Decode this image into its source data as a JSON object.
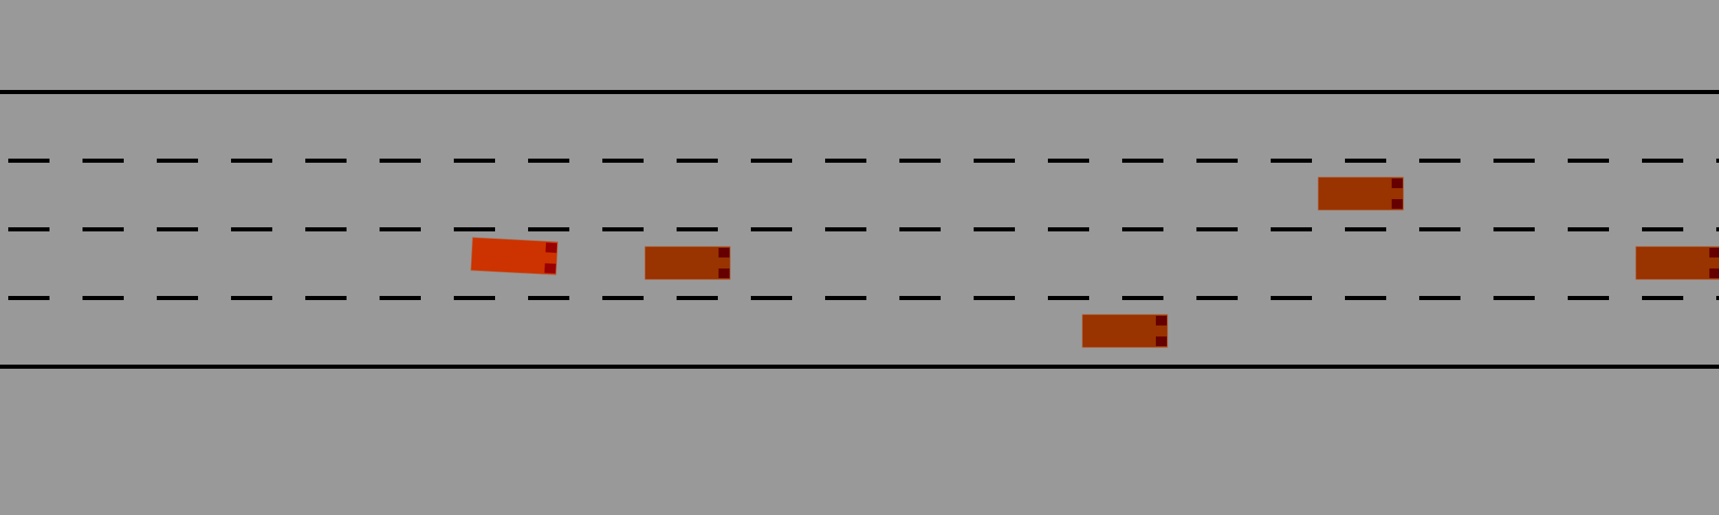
{
  "scene": {
    "background_color": "#999999",
    "line_color": "#000000",
    "road_lines": [
      {
        "name": "road-edge-top",
        "style": "solid"
      },
      {
        "name": "lane-divider-1",
        "style": "dashed"
      },
      {
        "name": "lane-divider-2",
        "style": "dashed"
      },
      {
        "name": "lane-divider-3",
        "style": "dashed"
      },
      {
        "name": "road-edge-bottom",
        "style": "solid"
      }
    ],
    "lane_count": 4,
    "vehicles": [
      {
        "name": "ego-vehicle",
        "role": "ego",
        "lane": 2,
        "body_color": "#cc3300",
        "light_color": "#990000",
        "heading": "slightly-tilted"
      },
      {
        "name": "vehicle-1",
        "role": "other",
        "lane": 2,
        "body_color": "#993300",
        "light_color": "#660000",
        "heading": "straight"
      },
      {
        "name": "vehicle-2",
        "role": "other",
        "lane": 3,
        "body_color": "#993300",
        "light_color": "#660000",
        "heading": "straight"
      },
      {
        "name": "vehicle-3",
        "role": "other",
        "lane": 1,
        "body_color": "#993300",
        "light_color": "#660000",
        "heading": "straight"
      },
      {
        "name": "vehicle-4",
        "role": "other",
        "lane": 2,
        "body_color": "#993300",
        "light_color": "#660000",
        "heading": "straight"
      }
    ]
  }
}
